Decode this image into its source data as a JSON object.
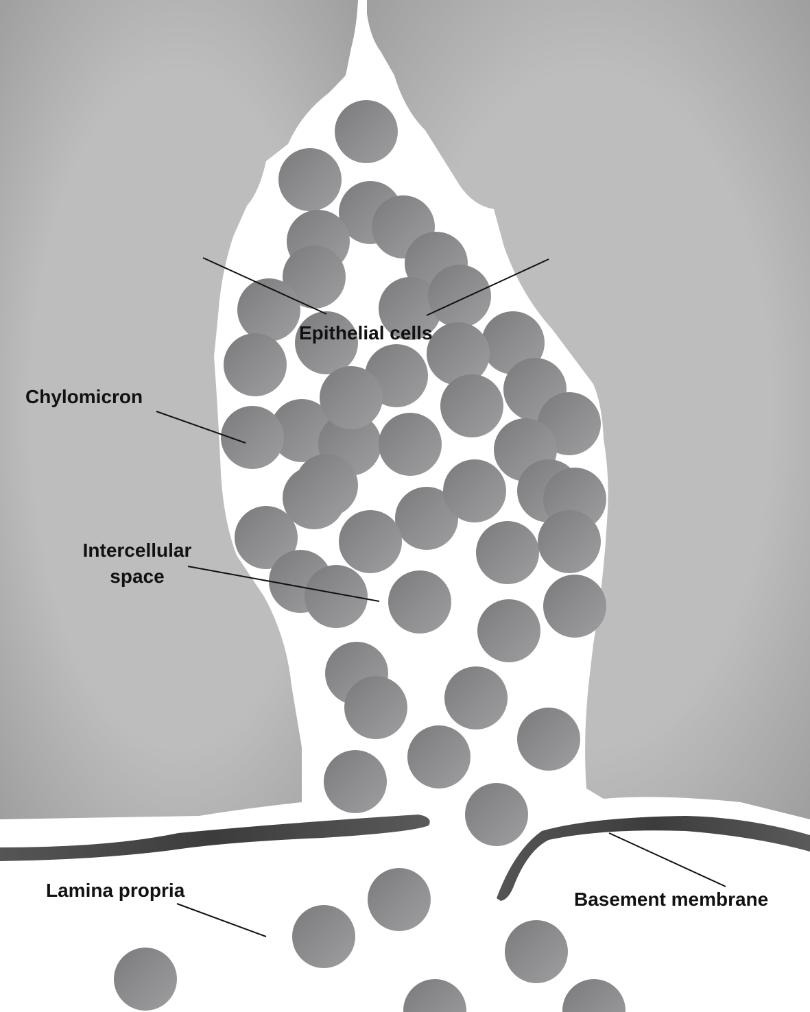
{
  "labels": {
    "epithelial_cells": "Epithelial cells",
    "chylomicron": "Chylomicron",
    "intercellular_space": [
      "Intercellular",
      "space"
    ],
    "lamina_propria": "Lamina propria",
    "basement_membrane": "Basement membrane"
  },
  "colors": {
    "cell_fill": "#b9b9b9",
    "cell_shadow": "#9c9c9c",
    "chylomicron_light": "#a6a6a8",
    "chylomicron_dark": "#717174",
    "membrane": "#4a4a4a",
    "leader_line": "#111111"
  }
}
